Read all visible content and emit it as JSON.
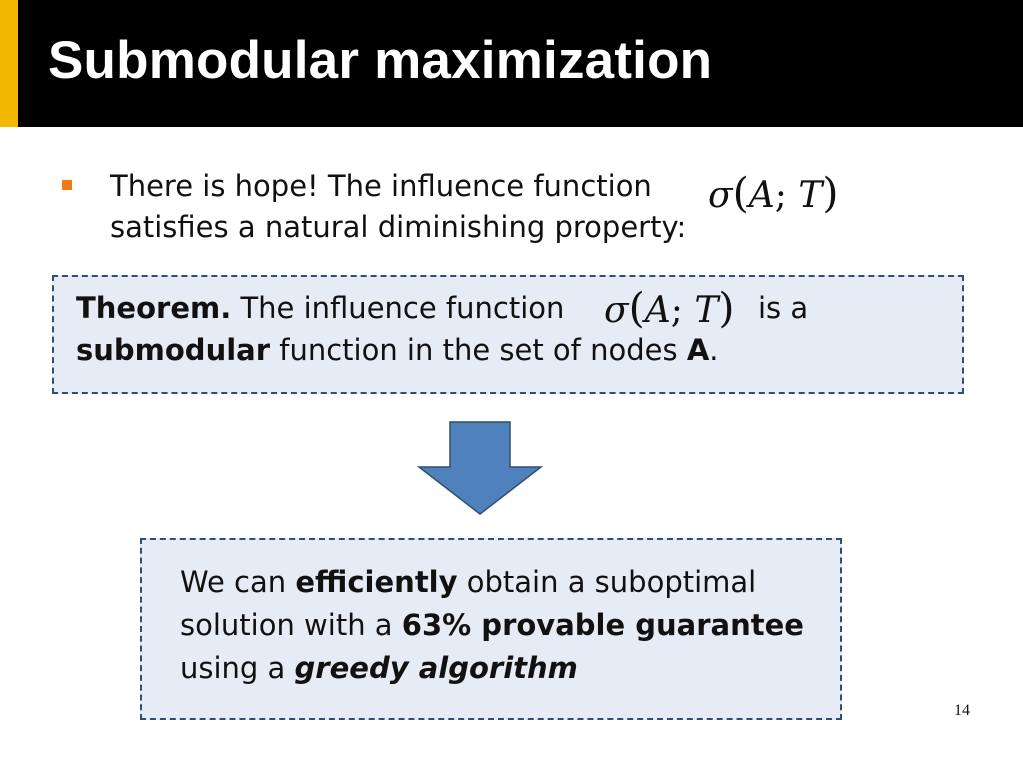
{
  "slide": {
    "title": "Submodular maximization",
    "page_number": "14"
  },
  "colors": {
    "header_bg": "#000000",
    "header_accent": "#f2b800",
    "bullet": "#f07b13",
    "box_fill": "#e6ecf5",
    "box_border": "#2f4e72",
    "arrow_fill": "#4f81bd"
  },
  "bullet": {
    "line1": "There is hope! The influence function",
    "line2": "satisfies a natural diminishing property:"
  },
  "formula": {
    "sigma": "σ",
    "open": "(",
    "a": "A",
    "sep": ";",
    "t": "T",
    "close": ")"
  },
  "theorem": {
    "label": "Theorem.",
    "line1": " The influence function",
    "is_a": "is a",
    "bold_word": "submodular",
    "line2": " function in the set of nodes ",
    "nodes": "A",
    "period": "."
  },
  "result": {
    "part1": "We can ",
    "bold1": "efficiently",
    "part2": " obtain a suboptimal",
    "part3": "solution with a ",
    "bold2": "63% provable guarantee",
    "part4": "using a ",
    "bold_italic": "greedy algorithm"
  },
  "icons": {
    "arrow": "down-arrow-icon",
    "bullet": "square-bullet-icon"
  }
}
